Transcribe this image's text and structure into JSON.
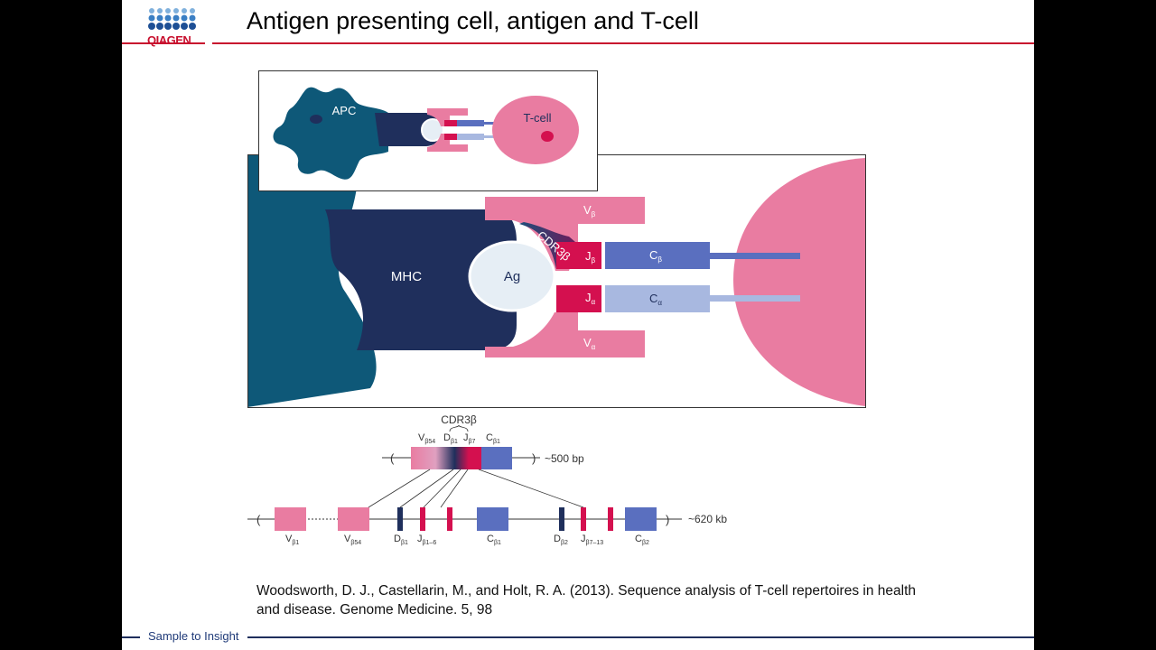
{
  "slide": {
    "title": "Antigen presenting cell, antigen and T-cell",
    "logo_text": "QIAGEN",
    "footer": "Sample to Insight",
    "citation": "Woodsworth, D. J., Castellarin, M., and Holt, R. A. (2013). Sequence analysis of T-cell repertoires in health and disease. Genome Medicine. 5, 98"
  },
  "inset": {
    "apc": "APC",
    "tcell": "T-cell"
  },
  "main": {
    "mhc": "MHC",
    "ag": "Ag",
    "cdr3b": "CDR3β",
    "vb": "V",
    "vb_sub": "β",
    "va": "V",
    "va_sub": "α",
    "jb": "J",
    "jb_sub": "β",
    "ja": "J",
    "ja_sub": "α",
    "cb": "C",
    "cb_sub": "β",
    "ca": "C",
    "ca_sub": "α"
  },
  "transcript": {
    "cdr3b": "CDR3β",
    "v": "V",
    "v_sub": "β54",
    "d": "D",
    "d_sub": "β1",
    "j": "J",
    "j_sub": "β7",
    "c": "C",
    "c_sub": "β1",
    "size": "~500 bp"
  },
  "locus": {
    "size": "~620 kb",
    "segments": [
      {
        "label": "V",
        "sub": "β1"
      },
      {
        "label": "V",
        "sub": "β54"
      },
      {
        "label": "D",
        "sub": "β1"
      },
      {
        "label": "J",
        "sub": "β1–6"
      },
      {
        "label": "C",
        "sub": "β1"
      },
      {
        "label": "D",
        "sub": "β2"
      },
      {
        "label": "J",
        "sub": "β7–13"
      },
      {
        "label": "C",
        "sub": "β2"
      }
    ]
  },
  "colors": {
    "apc": "#0e5878",
    "mhc": "#1f2f5c",
    "pink": "#e97ca1",
    "magenta": "#d4104f",
    "cb": "#5a6fbf",
    "ca": "#a8b8e0",
    "accent": "#c8102e"
  }
}
